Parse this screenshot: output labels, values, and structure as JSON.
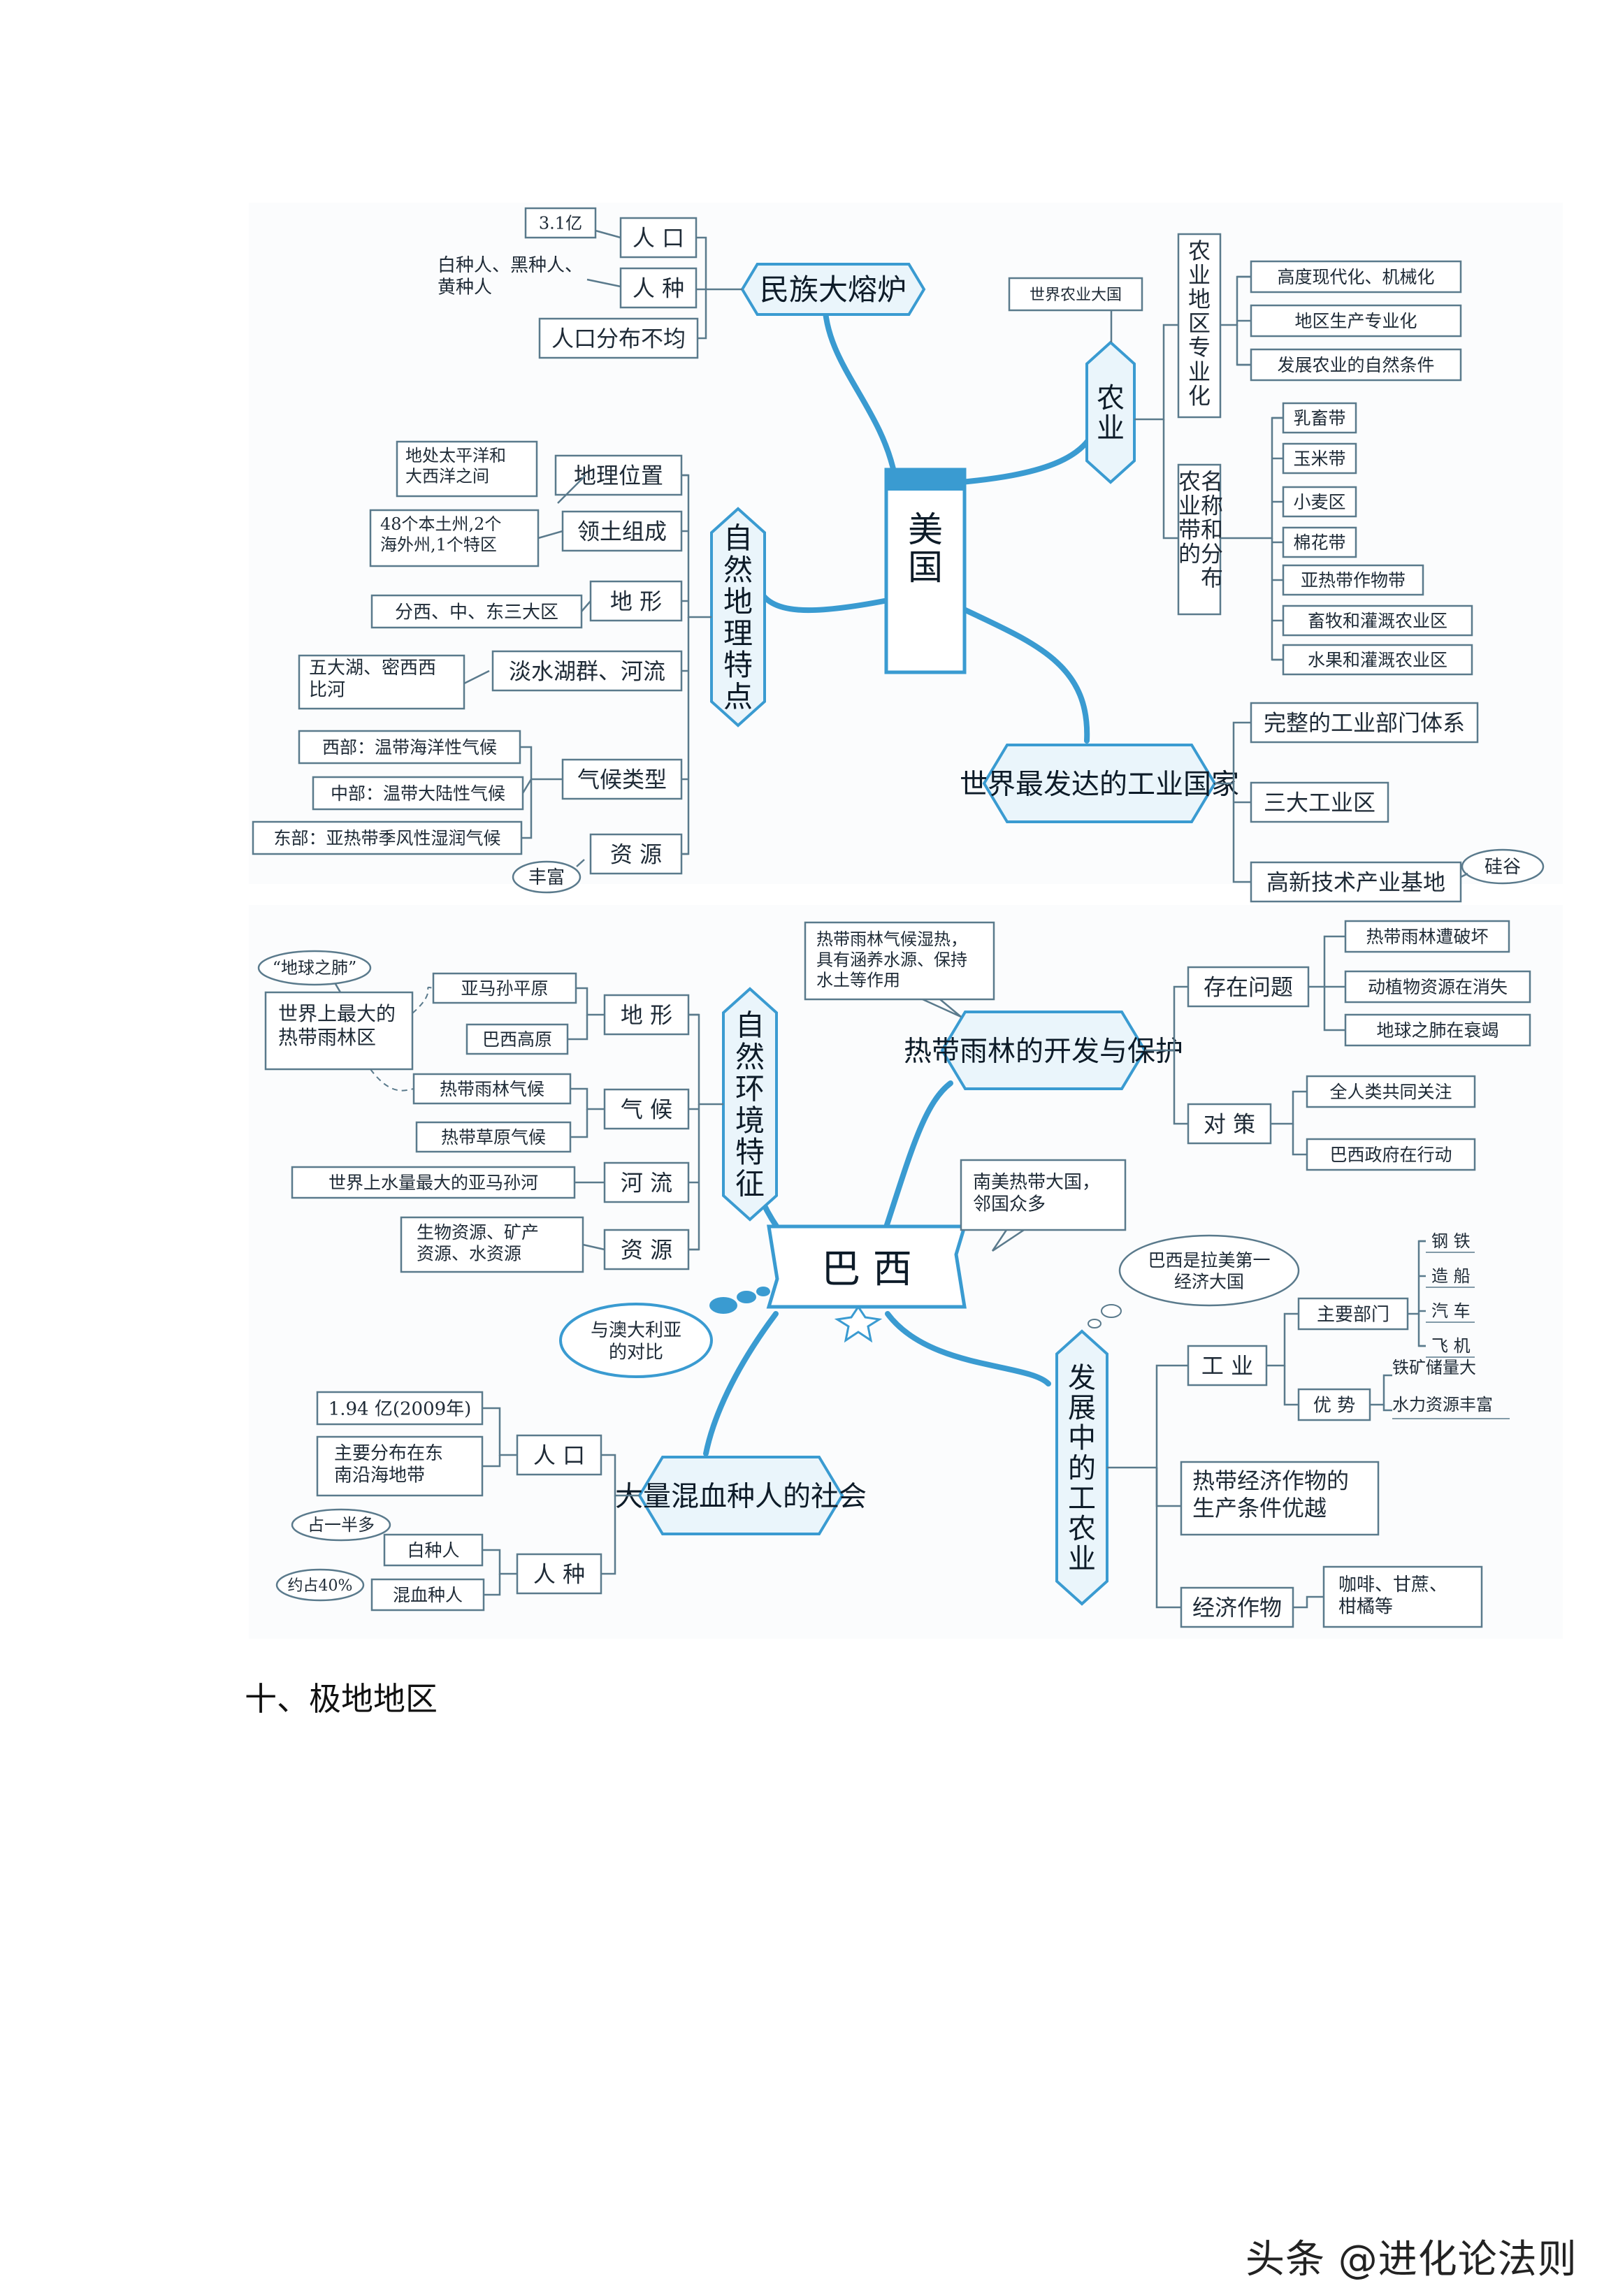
{
  "usa": {
    "center": "美国",
    "branches": [
      {
        "id": "pop",
        "title": "民族大熔炉",
        "items": [
          {
            "label": "人 口",
            "note": "3.1亿"
          },
          {
            "label": "人 种",
            "note": "白种人、黑种人、\n黄种人"
          },
          {
            "label": "人口分布不均"
          }
        ]
      },
      {
        "id": "nat",
        "title": "自然地理特点",
        "items": [
          {
            "label": "地理位置",
            "note": "地处太平洋和\n大西洋之间"
          },
          {
            "label": "领土组成",
            "note": "48个本土州,2个\n海外州,1个特区"
          },
          {
            "label": "地 形",
            "note": "分西、中、东三大区"
          },
          {
            "label": "淡水湖群、河流",
            "note": "五大湖、密西西\n比河"
          },
          {
            "label": "气候类型",
            "notes": [
              "西部：温带海洋性气候",
              "中部：温带大陆性气候",
              "东部：亚热带季风性湿润气候"
            ]
          },
          {
            "label": "资 源",
            "note": "丰富"
          }
        ]
      },
      {
        "id": "agr",
        "title": "农业",
        "callout": "世界农业大国",
        "groups": [
          {
            "label": "农业地区专业化",
            "items": [
              "高度现代化、机械化",
              "地区生产专业化",
              "发展农业的自然条件"
            ]
          },
          {
            "label": "农业带的名称和分布",
            "items": [
              "乳畜带",
              "玉米带",
              "小麦区",
              "棉花带",
              "亚热带作物带",
              "畜牧和灌溉农业区",
              "水果和灌溉农业区"
            ]
          }
        ]
      },
      {
        "id": "ind",
        "title": "世界最发达的工业国家",
        "items": [
          {
            "label": "完整的工业部门体系"
          },
          {
            "label": "三大工业区"
          },
          {
            "label": "高新技术产业基地",
            "note": "硅谷"
          }
        ]
      }
    ]
  },
  "brazil": {
    "center": "巴 西",
    "callout_center": "南美热带大国，\n邻国众多",
    "cloud": "与澳大利亚\n的对比",
    "branches": [
      {
        "id": "env",
        "title": "自然环境特征",
        "items": [
          {
            "label": "地 形",
            "notes": [
              "亚马孙平原",
              "巴西高原"
            ]
          },
          {
            "label": "气 候",
            "notes": [
              "热带雨林气候",
              "热带草原气候"
            ]
          },
          {
            "label": "河 流",
            "note": "世界上水量最大的亚马孙河"
          },
          {
            "label": "资 源",
            "note": "生物资源、矿产\n资源、水资源"
          }
        ],
        "lung_note": "“地球之肺”",
        "forest_note": "世界上最大的\n热带雨林区"
      },
      {
        "id": "rain",
        "title": "热带雨林的开发与保护",
        "callout": "热带雨林气候湿热，\n具有涵养水源、保持\n水土等作用",
        "items": [
          {
            "label": "存在问题",
            "notes": [
              "热带雨林遭破坏",
              "动植物资源在消失",
              "地球之肺在衰竭"
            ]
          },
          {
            "label": "对 策",
            "notes": [
              "全人类共同关注",
              "巴西政府在行动"
            ]
          }
        ]
      },
      {
        "id": "soc",
        "title": "大量混血种人的社会",
        "items": [
          {
            "label": "人 口",
            "notes": [
              "1.94 亿(2009年)",
              "主要分布在东\n南沿海地带"
            ]
          },
          {
            "label": "人 种",
            "notes": [
              "白种人",
              "混血种人"
            ],
            "subnotes": [
              "占一半多",
              "约占40%"
            ]
          }
        ]
      },
      {
        "id": "eco",
        "title": "发展中的工农业",
        "cloud": "巴西是拉美第一\n经济大国",
        "items": [
          {
            "label": "工 业",
            "subs": [
              {
                "label": "主要部门",
                "items": [
                  "钢 铁",
                  "造 船",
                  "汽 车",
                  "飞 机"
                ]
              },
              {
                "label": "优 势",
                "items": [
                  "铁矿储量大",
                  "水力资源丰富"
                ]
              }
            ]
          },
          {
            "label": "热带经济作物的\n生产条件优越"
          },
          {
            "label": "经济作物",
            "note": "咖啡、甘蔗、\n柑橘等"
          }
        ]
      }
    ]
  },
  "section_title": "十、极地地区",
  "watermark": "头条 @进化论法则",
  "colors": {
    "line": "#3a9bd1",
    "box": "#5a7a8c",
    "fill": "#eaf5fb",
    "text": "#1e2a36"
  }
}
